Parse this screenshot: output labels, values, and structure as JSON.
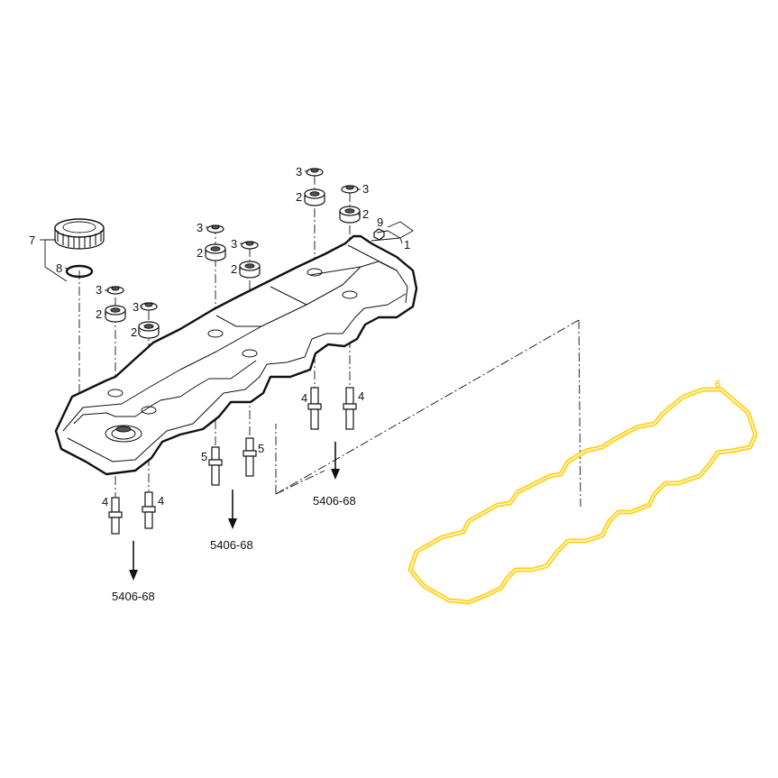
{
  "diagram": {
    "callouts": {
      "c1": "1",
      "c2": "2",
      "c3": "3",
      "c4": "4",
      "c5": "5",
      "c6": "6",
      "c7": "7",
      "c8": "8",
      "c9": "9"
    },
    "references": {
      "left": "5406-68",
      "middle": "5406-68",
      "right": "5406-68"
    },
    "colors": {
      "line": "#111111",
      "highlight": "#FFD21A",
      "background": "#ffffff"
    }
  }
}
